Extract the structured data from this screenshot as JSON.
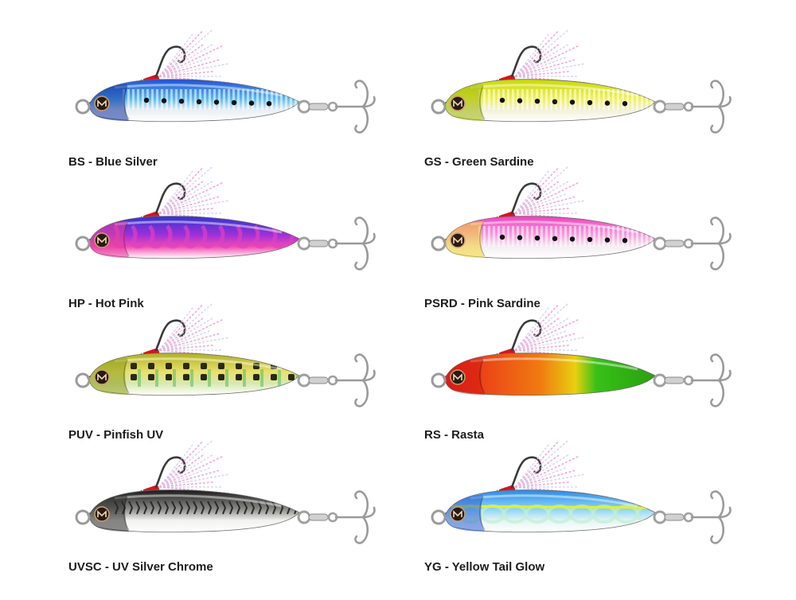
{
  "lures": [
    {
      "label": "BS - Blue Silver",
      "top_color": "#1f4fd8",
      "mid_color": "#58b8f0",
      "belly_color": "#e8eef2",
      "head_color": "#0f2f9a",
      "pattern": "bars",
      "dots": true
    },
    {
      "label": "GS - Green Sardine",
      "top_color": "#c8d800",
      "mid_color": "#f0f05a",
      "belly_color": "#f2f0d8",
      "head_color": "#9bb400",
      "pattern": "bars",
      "dots": true
    },
    {
      "label": "HP - Hot Pink",
      "top_color": "#2f35d0",
      "mid_color": "#a030d8",
      "belly_color": "#f04cb0",
      "head_color": "#e8409c",
      "pattern": "swirl",
      "dots": false
    },
    {
      "label": "PSRD - Pink Sardine",
      "top_color": "#f040c0",
      "mid_color": "#f7a0dc",
      "belly_color": "#f4eef2",
      "head_color": "#f0d030",
      "pattern": "bars",
      "dots": true
    },
    {
      "label": "PUV - Pinfish UV",
      "top_color": "#b0b020",
      "mid_color": "#e8e070",
      "belly_color": "#d8e8b0",
      "head_color": "#8a9a10",
      "pattern": "spots",
      "dots": false
    },
    {
      "label": "RS - Rasta",
      "top_color": "#e8201c",
      "mid_color": "#f07a10",
      "belly_color": "#38c018",
      "head_color": "#d01810",
      "pattern": "rasta",
      "dots": false
    },
    {
      "label": "UVSC - UV Silver Chrome",
      "top_color": "#1a1a1a",
      "mid_color": "#8a8a86",
      "belly_color": "#f2f2ee",
      "head_color": "#2a2a2a",
      "pattern": "mackerel",
      "dots": false
    },
    {
      "label": "YG - Yellow Tail Glow",
      "top_color": "#2a8ae8",
      "mid_color": "#8ad4f4",
      "belly_color": "#e6f4f4",
      "head_color": "#3060d0",
      "pattern": "glow",
      "dots": false
    }
  ]
}
